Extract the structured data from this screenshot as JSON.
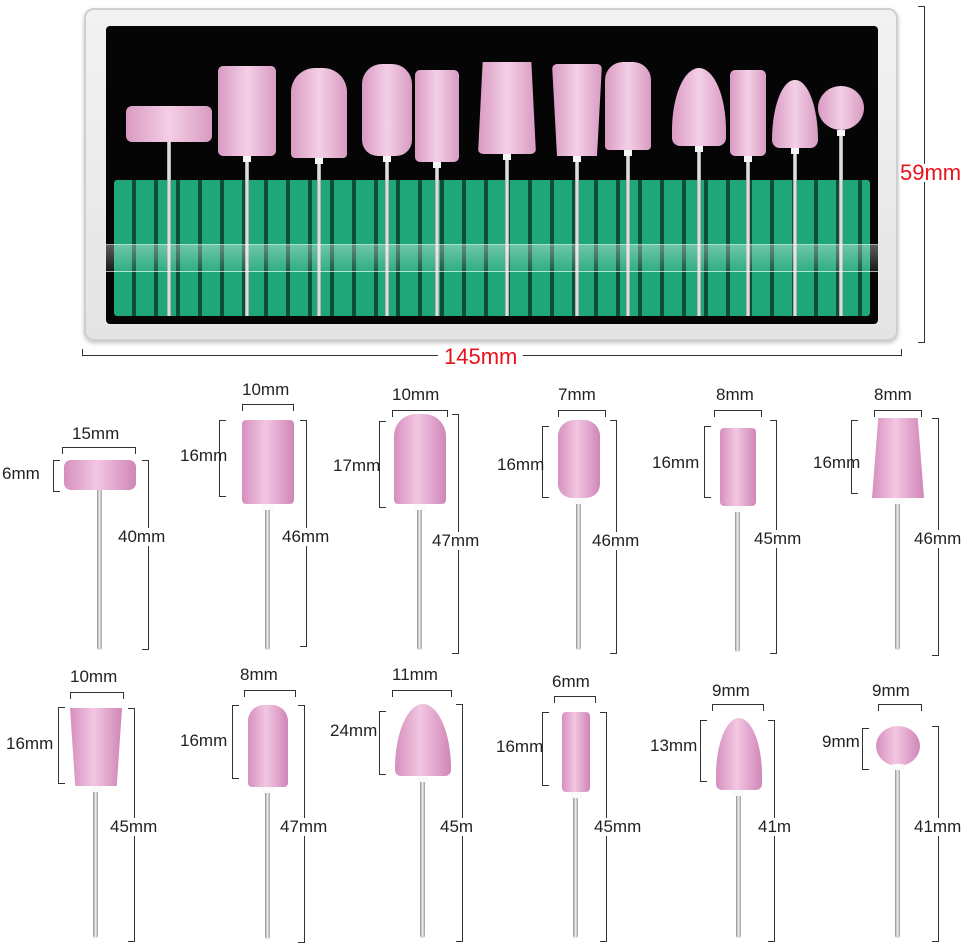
{
  "case": {
    "width_label": "145mm",
    "height_label": "59mm",
    "bit_count": 12
  },
  "bits_row1": [
    {
      "width": "15mm",
      "height": "6mm",
      "length": "40mm"
    },
    {
      "width": "10mm",
      "height": "16mm",
      "length": "46mm"
    },
    {
      "width": "10mm",
      "height": "17mm",
      "length": "47mm"
    },
    {
      "width": "7mm",
      "height": "16mm",
      "length": "46mm"
    },
    {
      "width": "8mm",
      "height": "16mm",
      "length": "45mm"
    },
    {
      "width": "8mm",
      "height": "16mm",
      "length": "46mm"
    }
  ],
  "bits_row2": [
    {
      "width": "10mm",
      "height": "16mm",
      "length": "45mm"
    },
    {
      "width": "8mm",
      "height": "16mm",
      "length": "47mm"
    },
    {
      "width": "11mm",
      "height": "24mm",
      "length": "45m"
    },
    {
      "width": "6mm",
      "height": "16mm",
      "length": "45mm"
    },
    {
      "width": "9mm",
      "height": "13mm",
      "length": "41m"
    },
    {
      "width": "9mm",
      "height": "9mm",
      "length": "41mm"
    }
  ],
  "colors": {
    "stone": "#efbcdc",
    "foam": "#1fa77a",
    "dimension_red": "#e8121b"
  }
}
